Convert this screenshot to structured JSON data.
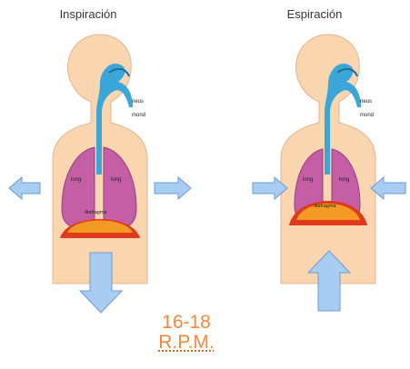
{
  "headings": {
    "left": "Inspiración",
    "right": "Espiración"
  },
  "labels": {
    "nose": "neus",
    "mouth": "mond",
    "lung_left": "long",
    "lung_right": "long",
    "diaphragm": "diafragma"
  },
  "rate": {
    "value": "16-18",
    "unit": "R.P.M."
  },
  "colors": {
    "skin": "#f9d6b0",
    "skin_outline": "#e3b58e",
    "airway": "#3aa7d8",
    "lungs": "#c45fa6",
    "diaphragm_orange": "#f39a24",
    "diaphragm_red": "#e03a1c",
    "arrow_fill": "#a9cdf2",
    "arrow_stroke": "#6c9bd0",
    "rate_text": "#f08a3c"
  }
}
